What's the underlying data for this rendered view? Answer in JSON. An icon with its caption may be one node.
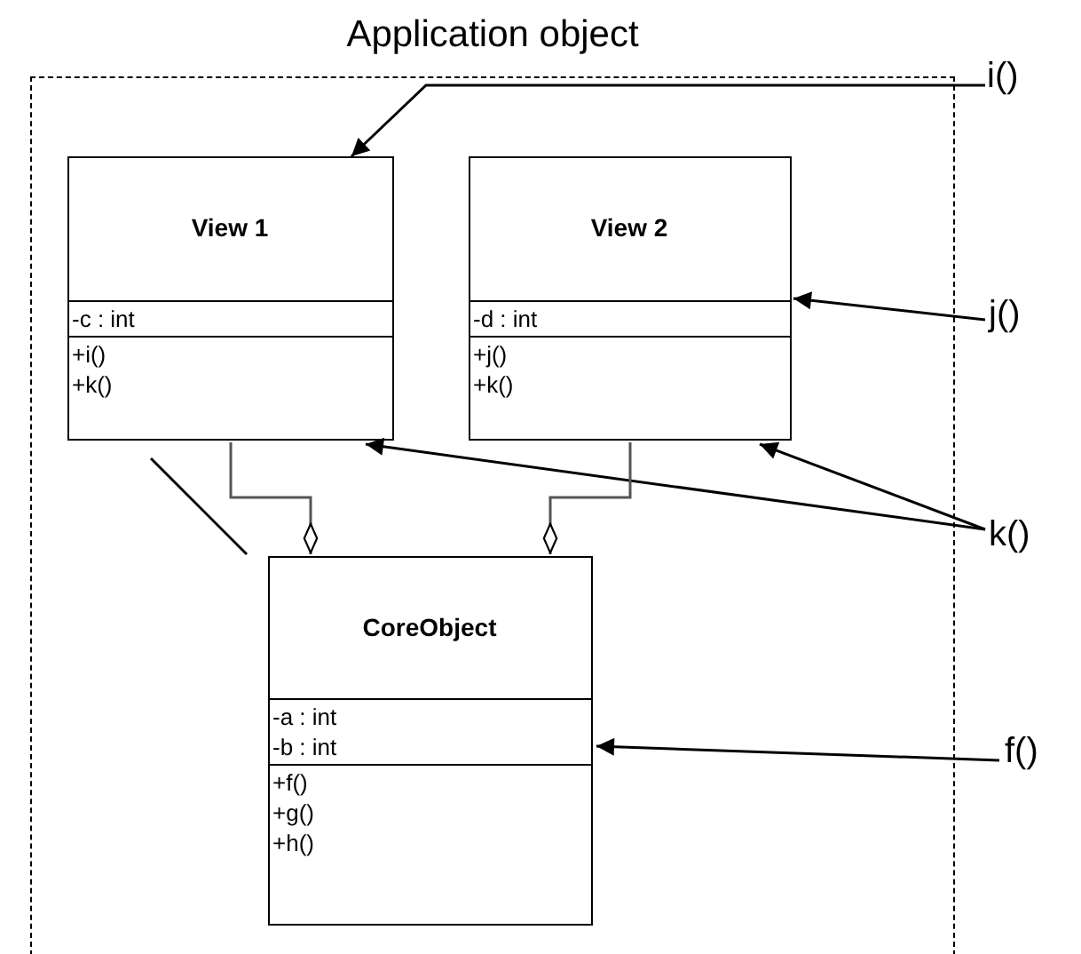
{
  "diagram": {
    "nodes": [
      {
        "text": [
          "Application object"
        ]
      },
      {
        "text": [
          "View 1",
          "-c : int",
          "+i()",
          "+k()"
        ],
        "in": 0
      },
      {
        "text": [
          "View 2",
          "-d : int",
          "+j()",
          "+k()"
        ],
        "in": 0
      },
      {
        "text": [
          "CoreObject",
          "-a : int",
          "-b : int",
          "+f()",
          "+g()",
          "+h()"
        ],
        "in": 0
      },
      {
        "text": [
          "i()"
        ]
      },
      {
        "text": [
          "j()"
        ]
      },
      {
        "text": [
          "k()"
        ]
      },
      {
        "text": [
          "f()"
        ]
      }
    ],
    "edges": [
      {
        "from": 4,
        "to": 1,
        "arrow": "to"
      },
      {
        "from": 5,
        "to": 2,
        "arrow": "to"
      },
      {
        "from": 6,
        "to": 1,
        "arrow": "to"
      },
      {
        "from": 6,
        "to": 2,
        "arrow": "to"
      },
      {
        "from": 7,
        "to": 3,
        "arrow": "to"
      },
      {
        "from": 1,
        "to": 3,
        "arrow": "other",
        "color": "#555555"
      },
      {
        "from": 2,
        "to": 3,
        "arrow": "other",
        "color": "#555555"
      }
    ]
  }
}
